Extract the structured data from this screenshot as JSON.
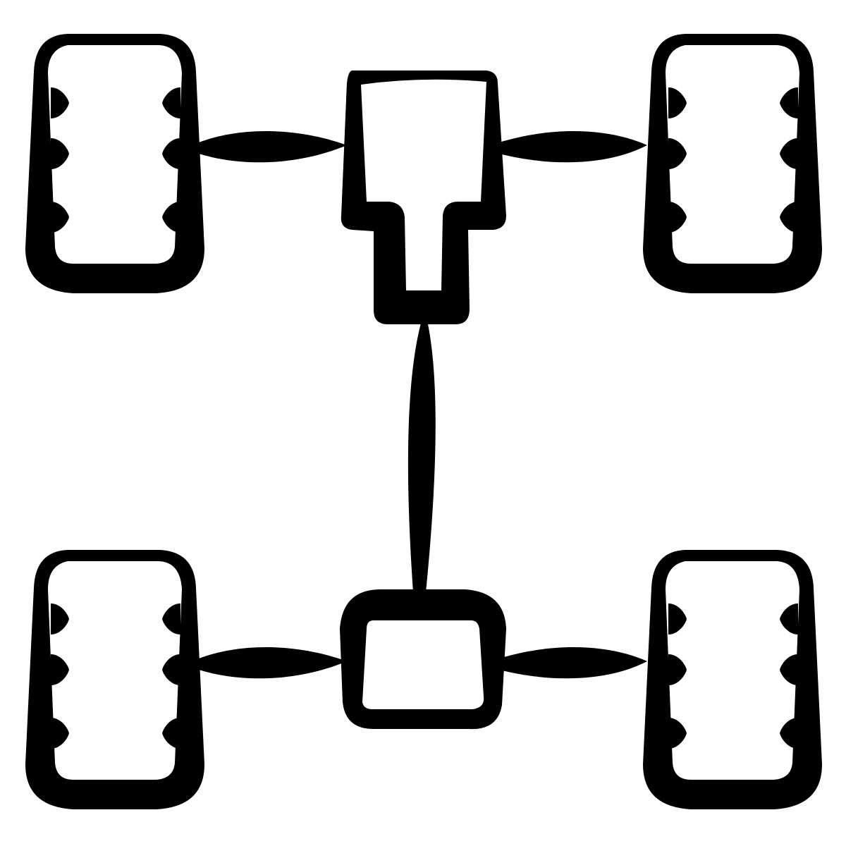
{
  "icon": {
    "name": "drivetrain-chassis-icon",
    "ink": "#000000",
    "paper": "#ffffff",
    "parts": {
      "wheels": [
        "front-left",
        "front-right",
        "rear-left",
        "rear-right"
      ],
      "gearbox": "transmission",
      "differential": "rear-differential",
      "shaft": "drive-shaft"
    }
  }
}
